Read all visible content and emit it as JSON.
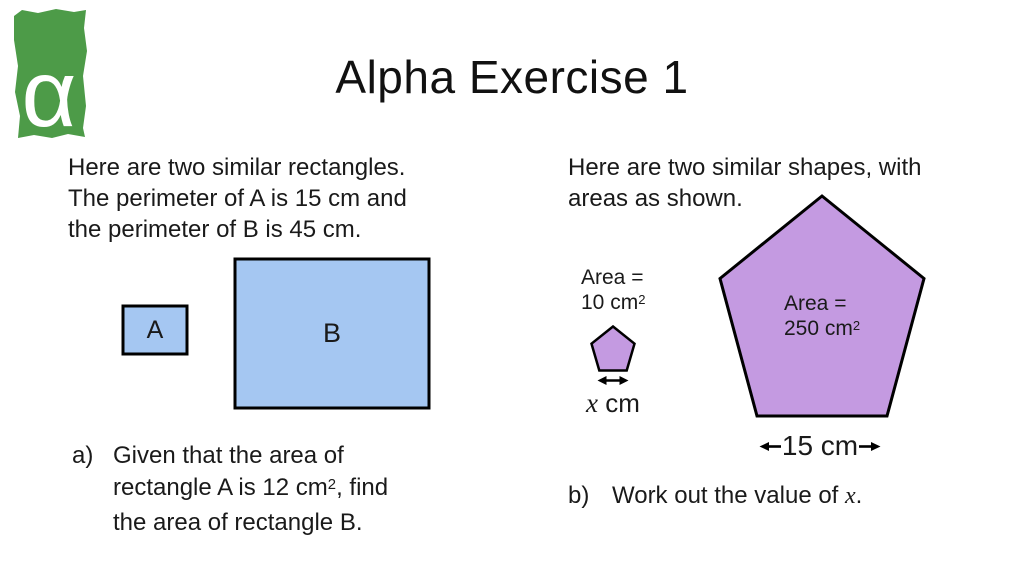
{
  "colors": {
    "logo_green": "#4d9b48",
    "shape_blue": "#a5c7f2",
    "shape_purple": "#c49ae1",
    "outline": "#000000",
    "text": "#1a1a1a"
  },
  "logo": {
    "letter": "α"
  },
  "title": "Alpha Exercise 1",
  "left": {
    "intro_lines": [
      "Here are two similar rectangles.",
      "The perimeter of A is 15 cm and",
      "the perimeter of B is 45 cm."
    ],
    "rect_a_label": "A",
    "rect_b_label": "B",
    "question": {
      "label": "a)",
      "line1": "Given that the area of",
      "line2_pre": "rectangle A is 12 cm",
      "line2_sup": "2",
      "line2_post": ", find",
      "line3": "the area of rectangle B."
    }
  },
  "right": {
    "intro_lines": [
      "Here are two similar shapes, with",
      "areas as shown."
    ],
    "small_shape": {
      "area_line1": "Area =",
      "area_value": "10 cm",
      "area_sup": "2",
      "width_var": "x",
      "width_unit": " cm"
    },
    "large_shape": {
      "area_line1": "Area =",
      "area_value": "250 cm",
      "area_sup": "2",
      "width_label": "15 cm"
    },
    "question": {
      "label": "b)",
      "pre": "Work out the value of ",
      "var": "x",
      "post": "."
    }
  }
}
